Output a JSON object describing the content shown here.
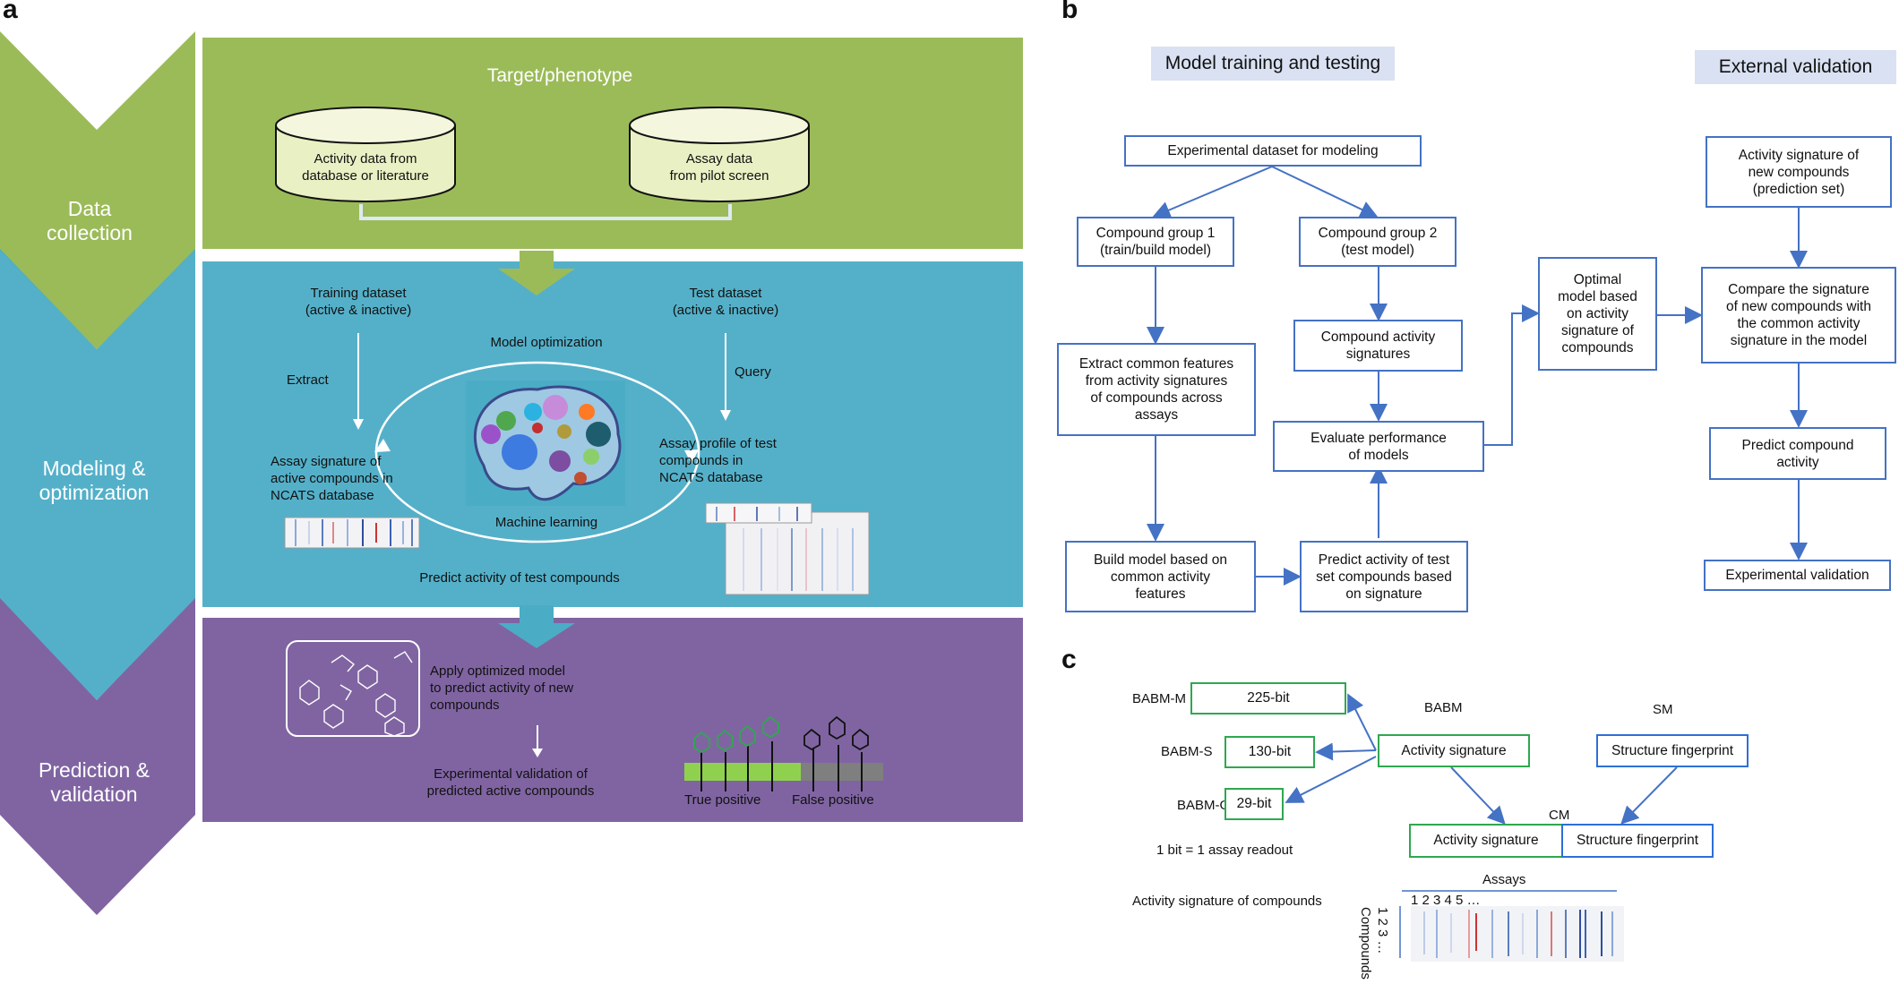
{
  "panel_a": {
    "label": "a",
    "stages": [
      "Data\ncollection",
      "Modeling &\noptimization",
      "Prediction &\nvalidation"
    ],
    "data_collection": {
      "title": "Target/phenotype",
      "db_left": "Activity data from\ndatabase or literature",
      "db_right": "Assay data\nfrom pilot screen"
    },
    "modeling": {
      "training": "Training dataset\n(active & inactive)",
      "test": "Test dataset\n(active & inactive)",
      "model_opt": "Model optimization",
      "extract": "Extract",
      "query": "Query",
      "assay_sig": "Assay signature of\nactive compounds in\nNCATS database",
      "assay_profile": "Assay profile of test\ncompounds in\nNCATS database",
      "ml": "Machine learning",
      "predict": "Predict activity of test compounds"
    },
    "prediction": {
      "apply": "Apply optimized model\nto predict activity of new\ncompounds",
      "exp_val": "Experimental validation of\npredicted active compounds",
      "true_pos": "True positive",
      "false_pos": "False positive"
    }
  },
  "panel_b": {
    "label": "b",
    "header_left": "Model training and testing",
    "header_right": "External validation",
    "nodes": {
      "exp_dataset": "Experimental dataset for modeling",
      "group1": "Compound group 1\n(train/build model)",
      "group2": "Compound group 2\n(test model)",
      "extract": "Extract common features\nfrom activity signatures\nof compounds across\nassays",
      "comp_act_sig": "Compound activity\nsignatures",
      "evaluate": "Evaluate performance\nof models",
      "build": "Build model based on\ncommon activity\nfeatures",
      "predict_test": "Predict activity of test\nset compounds based\non signature",
      "optimal": "Optimal\nmodel based\non  activity\nsignature of\ncompounds",
      "act_sig_new": "Activity signature of\nnew compounds\n(prediction set)",
      "compare": "Compare the signature\nof new compounds with\nthe common activity\nsignature in the model",
      "predict_comp": "Predict compound\nactivity",
      "exp_validation": "Experimental validation"
    }
  },
  "panel_c": {
    "label": "c",
    "babm_m": "BABM-M",
    "babm_s": "BABM-S",
    "babm_g": "BABM-G",
    "bit225": "225-bit",
    "bit130": "130-bit",
    "bit29": "29-bit",
    "babm": "BABM",
    "sm": "SM",
    "cm": "CM",
    "activity_signature": "Activity signature",
    "structure_fp": "Structure fingerprint",
    "cm_activity": "Activity signature",
    "cm_structure": "Structure fingerprint",
    "bit_note": "1 bit = 1 assay readout",
    "sig_caption": "Activity signature of compounds",
    "assays": "Assays",
    "assay_nums": "1 2 3 4 5 …",
    "compound_nums": "1 2 3 …",
    "compounds": "Compounds"
  },
  "colors": {
    "green": "#9bbb59",
    "teal": "#4bacc6",
    "purple": "#8064a2",
    "arrow_blue": "#4472c4",
    "box_green": "#2fa84f",
    "box_blue": "#2e6fd6",
    "header_bg": "#d9e1f2"
  }
}
